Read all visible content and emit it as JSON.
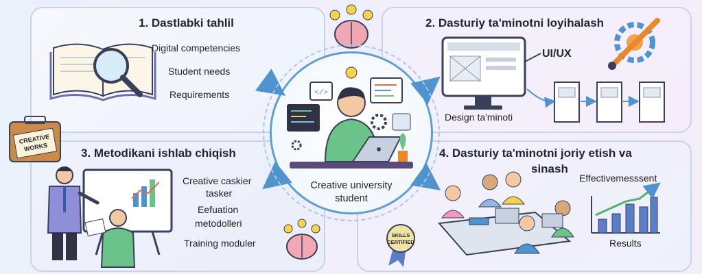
{
  "panels": {
    "p1": {
      "title": "1. Dastlabki tahlil",
      "items": [
        "Digital competencies",
        "Student needs",
        "Requirements"
      ]
    },
    "p2": {
      "title": "2. Dasturiy ta'minotni loyihalash",
      "uiux": "UI/UX",
      "design_caption": "Design ta'minoti"
    },
    "p3": {
      "title": "3. Metodikani ishlab chiqish",
      "items": [
        "Creative caskier",
        "tasker",
        "Eefuation",
        "metodolleri",
        "Training moduler"
      ]
    },
    "p4": {
      "title_line1": "4. Dasturiy ta'minotni joriy etish va",
      "title_line2": "sinash",
      "chart_title": "Effectivemesssent",
      "chart_caption": "Results"
    }
  },
  "center": {
    "label_line1": "Creative university",
    "label_line2": "student"
  },
  "badges": {
    "creative_works_line1": "CREATIVE",
    "creative_works_line2": "WORKS",
    "skills_line1": "SKILLS",
    "skills_line2": "CERTIFIED"
  },
  "colors": {
    "accent": "#5f9fcf",
    "arrow": "#4f93cf",
    "shirt": "#6cc38a",
    "bars": "#5b7fc7",
    "trend": "#4fb36a"
  }
}
